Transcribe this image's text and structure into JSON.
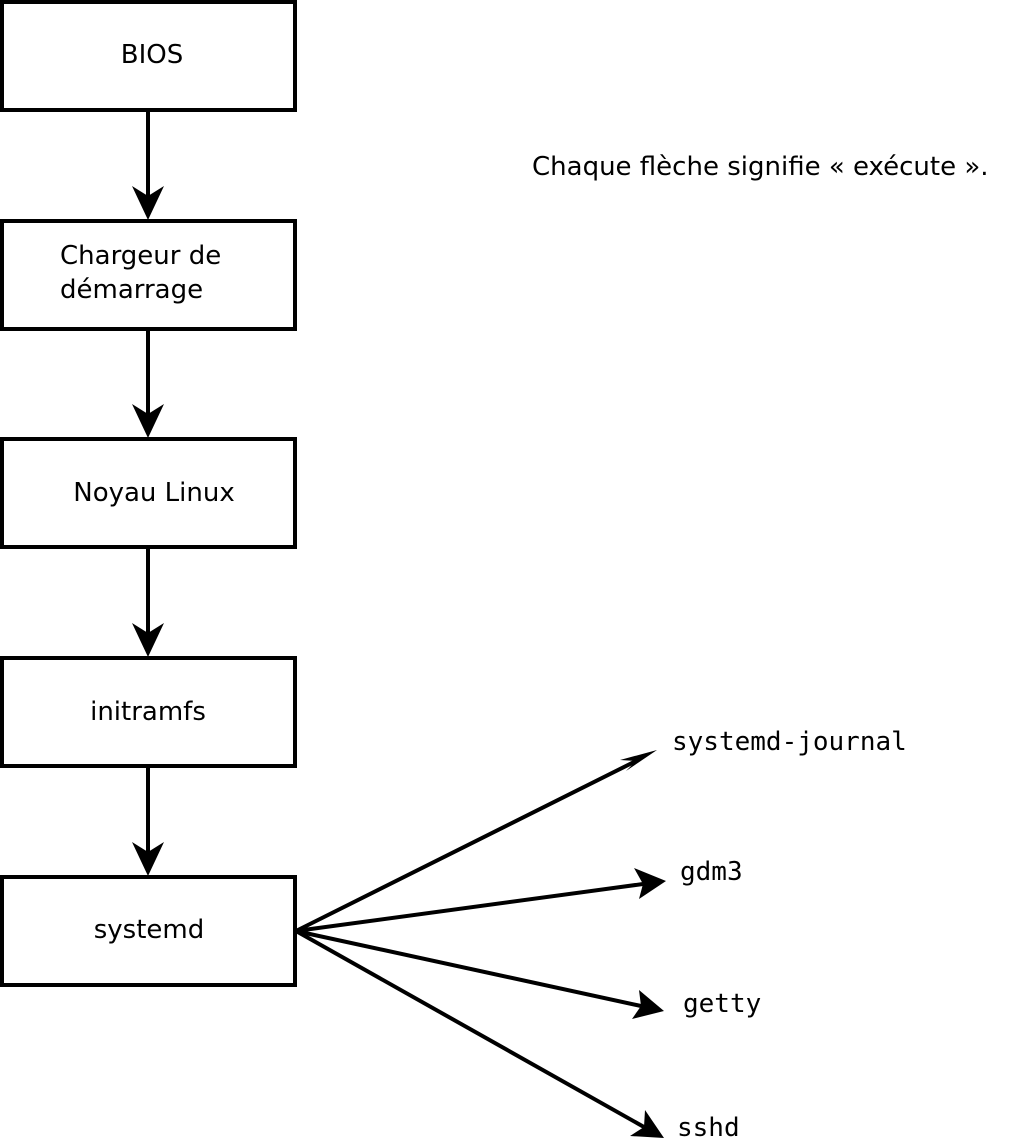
{
  "boot_chain": [
    {
      "id": "bios",
      "label_lines": [
        "BIOS"
      ]
    },
    {
      "id": "bootloader",
      "label_lines": [
        "Chargeur de",
        "démarrage"
      ]
    },
    {
      "id": "kernel",
      "label_lines": [
        "Noyau Linux"
      ]
    },
    {
      "id": "initramfs",
      "label_lines": [
        "initramfs"
      ]
    },
    {
      "id": "systemd",
      "label_lines": [
        "systemd"
      ]
    }
  ],
  "note": "Chaque flèche signifie « exécute ».",
  "services": [
    {
      "id": "systemd-journal",
      "label": "systemd-journal"
    },
    {
      "id": "gdm3",
      "label": "gdm3"
    },
    {
      "id": "getty",
      "label": "getty"
    },
    {
      "id": "sshd",
      "label": "sshd"
    }
  ],
  "colors": {
    "stroke": "#000000",
    "background": "#ffffff",
    "text": "#000000"
  }
}
